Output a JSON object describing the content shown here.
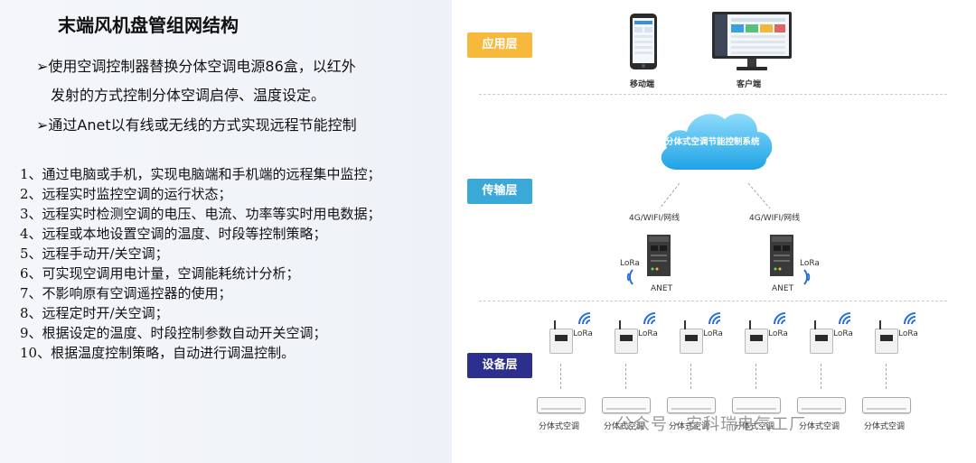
{
  "title": "末端风机盘管组网结构",
  "bullets": [
    {
      "marker": "➢",
      "line1": "使用空调控制器替换分体空调电源86盒，以红外",
      "line2": "发射的方式控制分体空调启停、温度设定。"
    },
    {
      "marker": "➢",
      "line1": "通过Anet以有线或无线的方式实现远程节能控制"
    }
  ],
  "features": [
    {
      "num": "1、",
      "text": "通过电脑或手机，实现电脑端和手机端的远程集中监控；"
    },
    {
      "num": "2、",
      "text": "远程实时监控空调的运行状态；"
    },
    {
      "num": "3、",
      "text": "远程实时检测空调的电压、电流、功率等实时用电数据；"
    },
    {
      "num": "4、",
      "text": "远程或本地设置空调的温度、时段等控制策略；"
    },
    {
      "num": "5、",
      "text": "远程手动开/关空调；"
    },
    {
      "num": "6、",
      "text": "可实现空调用电计量，空调能耗统计分析；"
    },
    {
      "num": "7、",
      "text": "不影响原有空调遥控器的使用；"
    },
    {
      "num": "8、",
      "text": "远程定时开/关空调；"
    },
    {
      "num": "9、",
      "text": "根据设定的温度、时段控制参数自动开关空调；"
    },
    {
      "num": "10、",
      "text": "根据温度控制策略，自动进行调温控制。"
    }
  ],
  "layers": {
    "app": {
      "label": "应用层",
      "bg": "#f6b93c",
      "color": "#ffffff"
    },
    "transport": {
      "label": "传输层",
      "bg": "#3aa9d8",
      "color": "#ffffff"
    },
    "device": {
      "label": "设备层",
      "bg": "#2c2f8e",
      "color": "#ffffff"
    }
  },
  "app_layer": {
    "mobile_label": "移动端",
    "client_label": "客户端"
  },
  "transport_layer": {
    "cloud_label": "分体式空调节能控制系统",
    "link_label_left": "4G/WIFI/网线",
    "link_label_right": "4G/WIFI/网线",
    "lora_left": "LoRa",
    "lora_right": "LoRa",
    "anet_left": "ANET",
    "anet_right": "ANET"
  },
  "device_layer": {
    "controllers": [
      "LoRa",
      "LoRa",
      "LoRa",
      "LoRa",
      "LoRa",
      "LoRa"
    ],
    "ac_units": [
      "分体式空调",
      "分体式空调",
      "分体式空调",
      "分体式空调",
      "分体式空调",
      "分体式空调"
    ]
  },
  "watermark": "公众号 · 安科瑞电气工厂",
  "colors": {
    "wifi": "#2a6fd6",
    "cloud": "#3ab6ea",
    "separator": "#c8cdd6"
  }
}
